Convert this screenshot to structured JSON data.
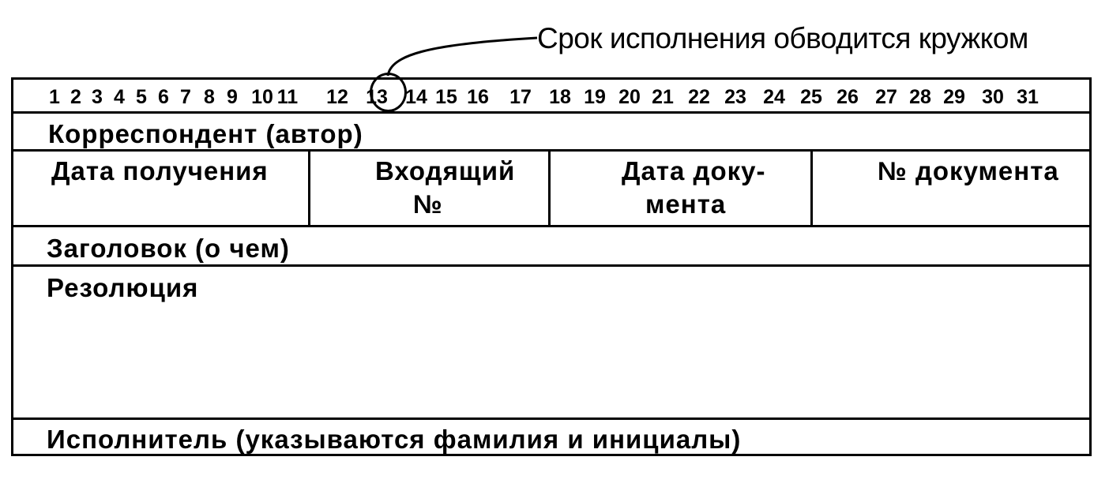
{
  "callout": {
    "text": "Срок исполнения обводится кружком",
    "highlighted_day": "13"
  },
  "days": [
    "1",
    "2",
    "3",
    "4",
    "5",
    "6",
    "7",
    "8",
    "9",
    "10",
    "11",
    "12",
    "13",
    "14",
    "15",
    "16",
    "17",
    "18",
    "19",
    "20",
    "21",
    "22",
    "23",
    "24",
    "25",
    "26",
    "27",
    "28",
    "29",
    "30",
    "31"
  ],
  "fields": {
    "correspondent": "Корреспондент (автор)",
    "receipt_date": "Дата получения",
    "incoming_no_line1": "Входящий",
    "incoming_no_line2": "№",
    "doc_date_line1": "Дата доку-",
    "doc_date_line2": "мента",
    "doc_no": "№ документа",
    "title": "Заголовок (о чем)",
    "resolution": "Резолюция",
    "executor": "Исполнитель (указываются фамилия и инициалы)"
  }
}
